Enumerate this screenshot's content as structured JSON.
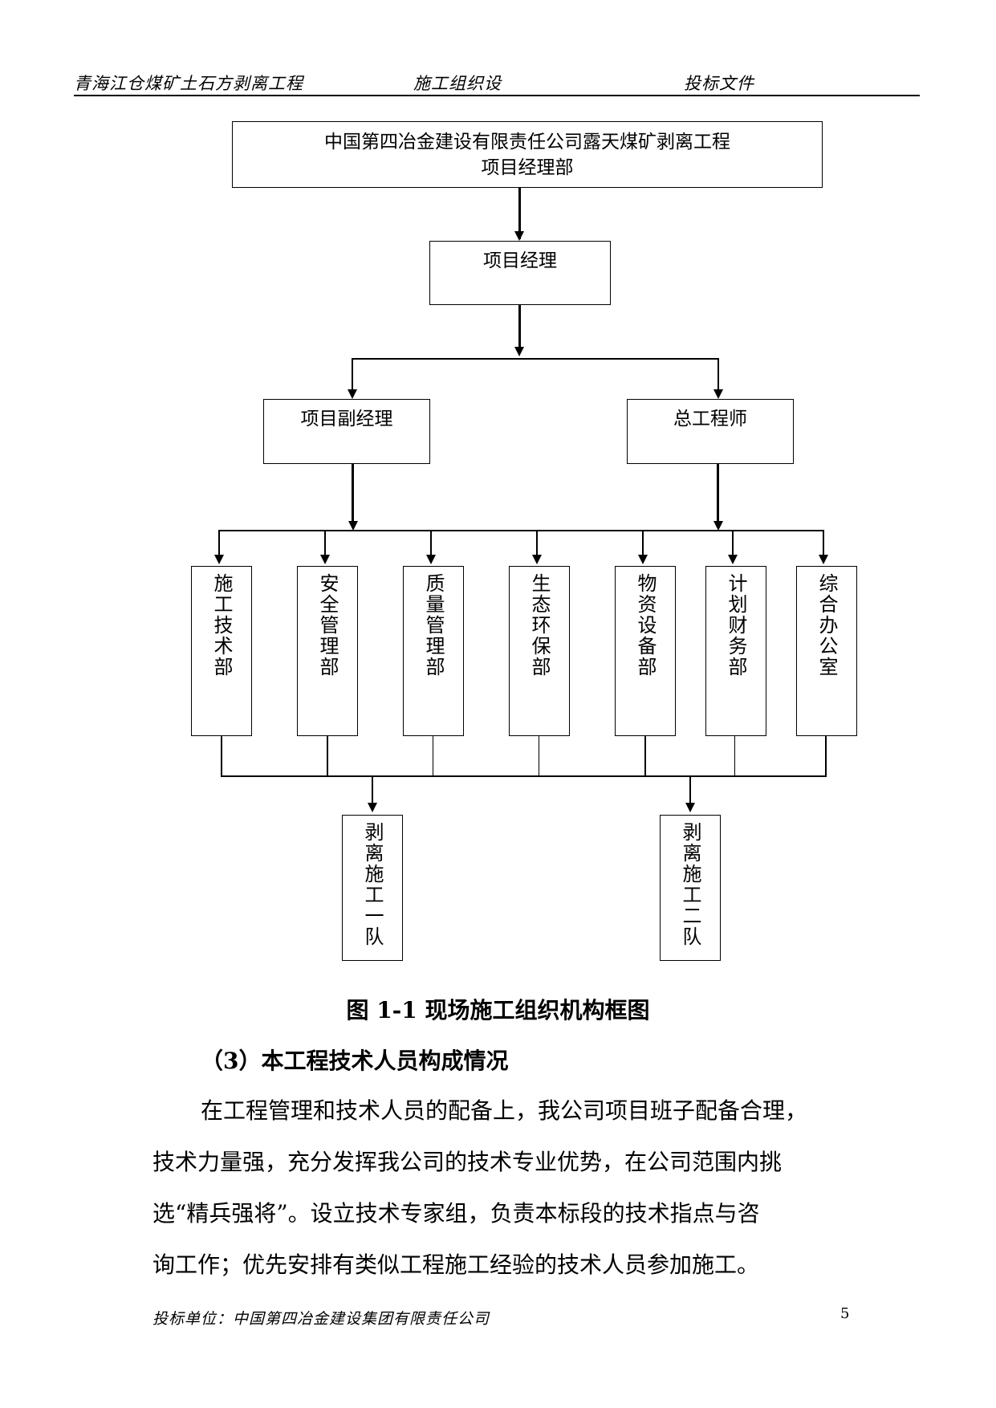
{
  "header": {
    "left": "青海江仓煤矿土石方剥离工程",
    "center": "施工组织设",
    "right": "投标文件"
  },
  "org_chart": {
    "top_box": {
      "line1": "中国第四冶金建设有限责任公司露天煤矿剥离工程",
      "line2": "项目经理部"
    },
    "manager": "项目经理",
    "deputy_manager": "项目副经理",
    "chief_engineer": "总工程师",
    "departments": [
      "施工技术部",
      "安全管理部",
      "质量管理部",
      "生态环保部",
      "物资设备部",
      "计划财务部",
      "综合办公室"
    ],
    "teams": [
      "剥离施工一队",
      "剥离施工二队"
    ]
  },
  "caption": "图 1-1 现场施工组织机构框图",
  "section_heading": "（3）本工程技术人员构成情况",
  "paragraph_lines": [
    "在工程管理和技术人员的配备上，我公司项目班子配备合理，",
    "技术力量强，充分发挥我公司的技术专业优势，在公司范围内挑",
    "选“精兵强将”。设立技术专家组，负责本标段的技术指点与咨",
    "询工作；优先安排有类似工程施工经验的技术人员参加施工。"
  ],
  "footer": {
    "text": "投标单位：中国第四冶金建设集团有限责任公司",
    "page_number": "5"
  }
}
